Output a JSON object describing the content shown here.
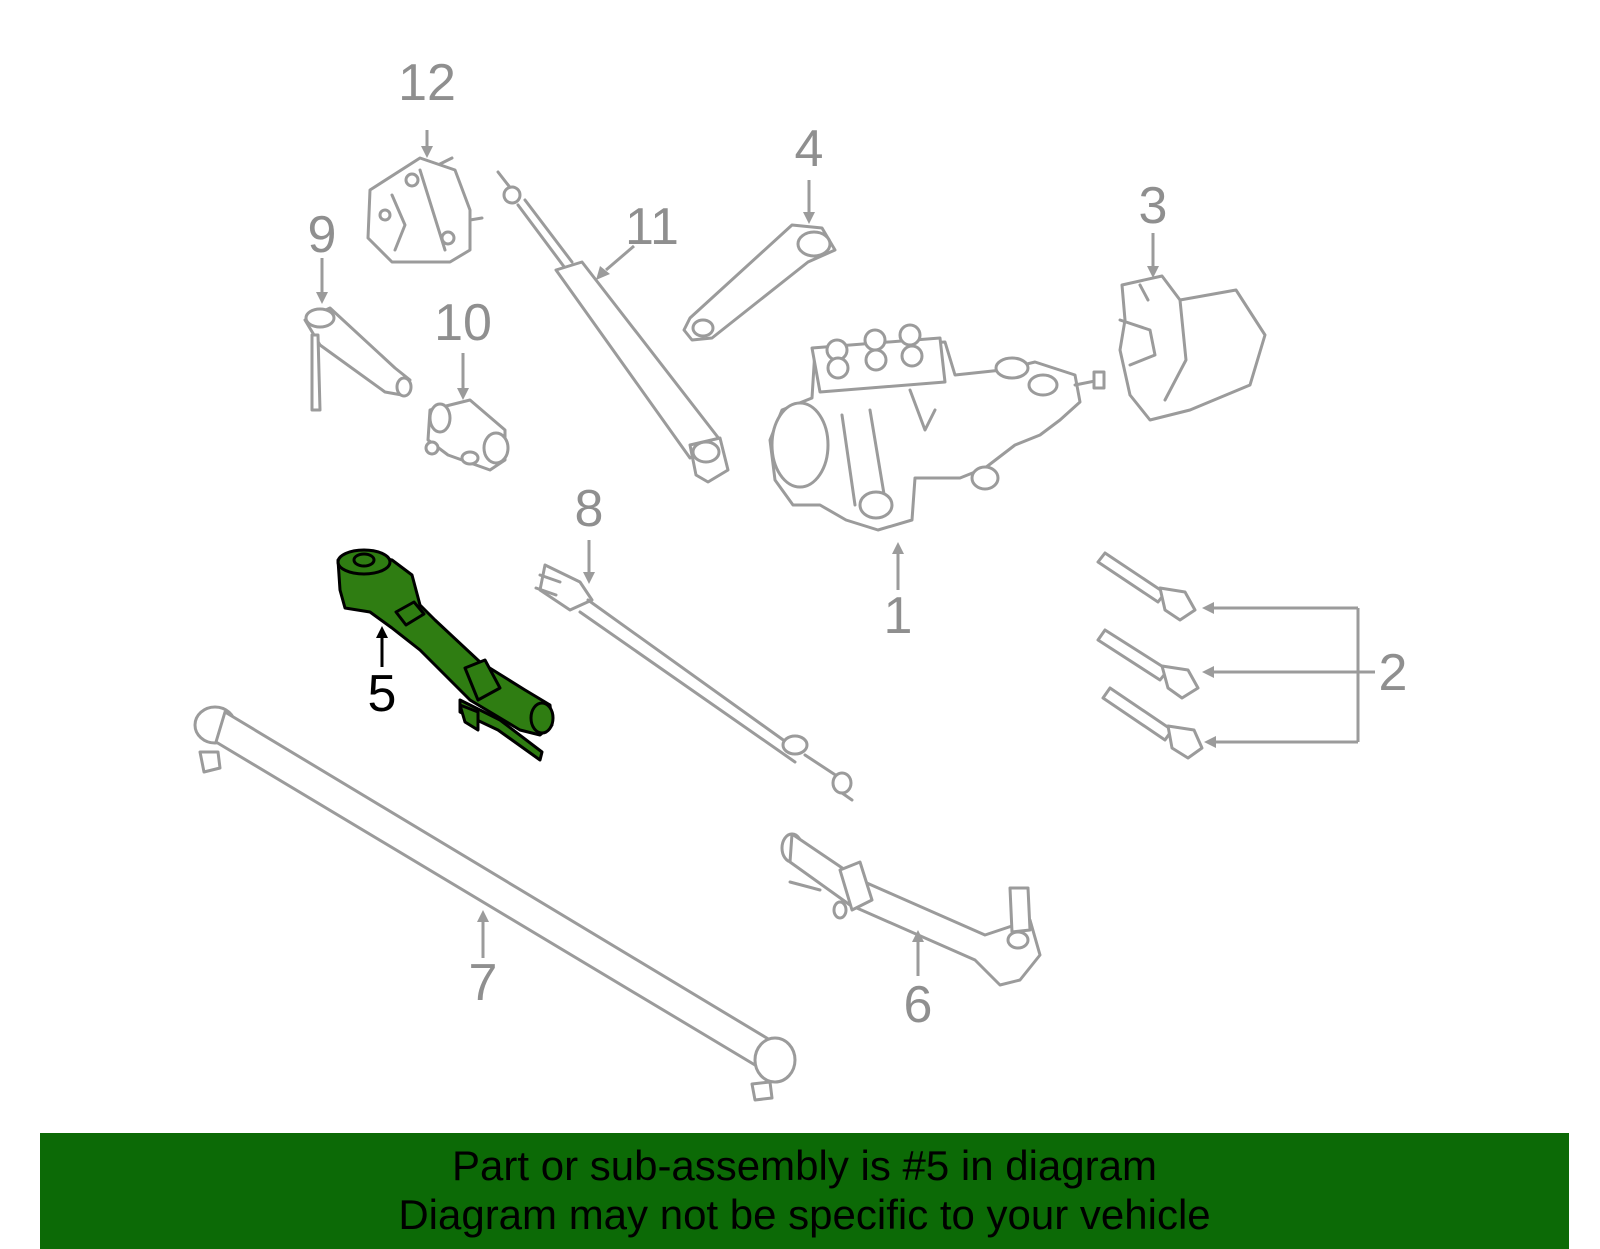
{
  "diagram": {
    "callouts": [
      "1",
      "2",
      "3",
      "4",
      "5",
      "6",
      "7",
      "8",
      "9",
      "10",
      "11",
      "12"
    ],
    "highlighted_part": "5"
  },
  "banner": {
    "line1": "Part or sub-assembly is #5 in diagram",
    "line2": "Diagram may not be specific to your vehicle",
    "background": "#0c6a06"
  },
  "colors": {
    "highlight_fill": "#2f7d12",
    "part_stroke": "#9b9b9b",
    "callout_text": "#8f8f8f"
  }
}
